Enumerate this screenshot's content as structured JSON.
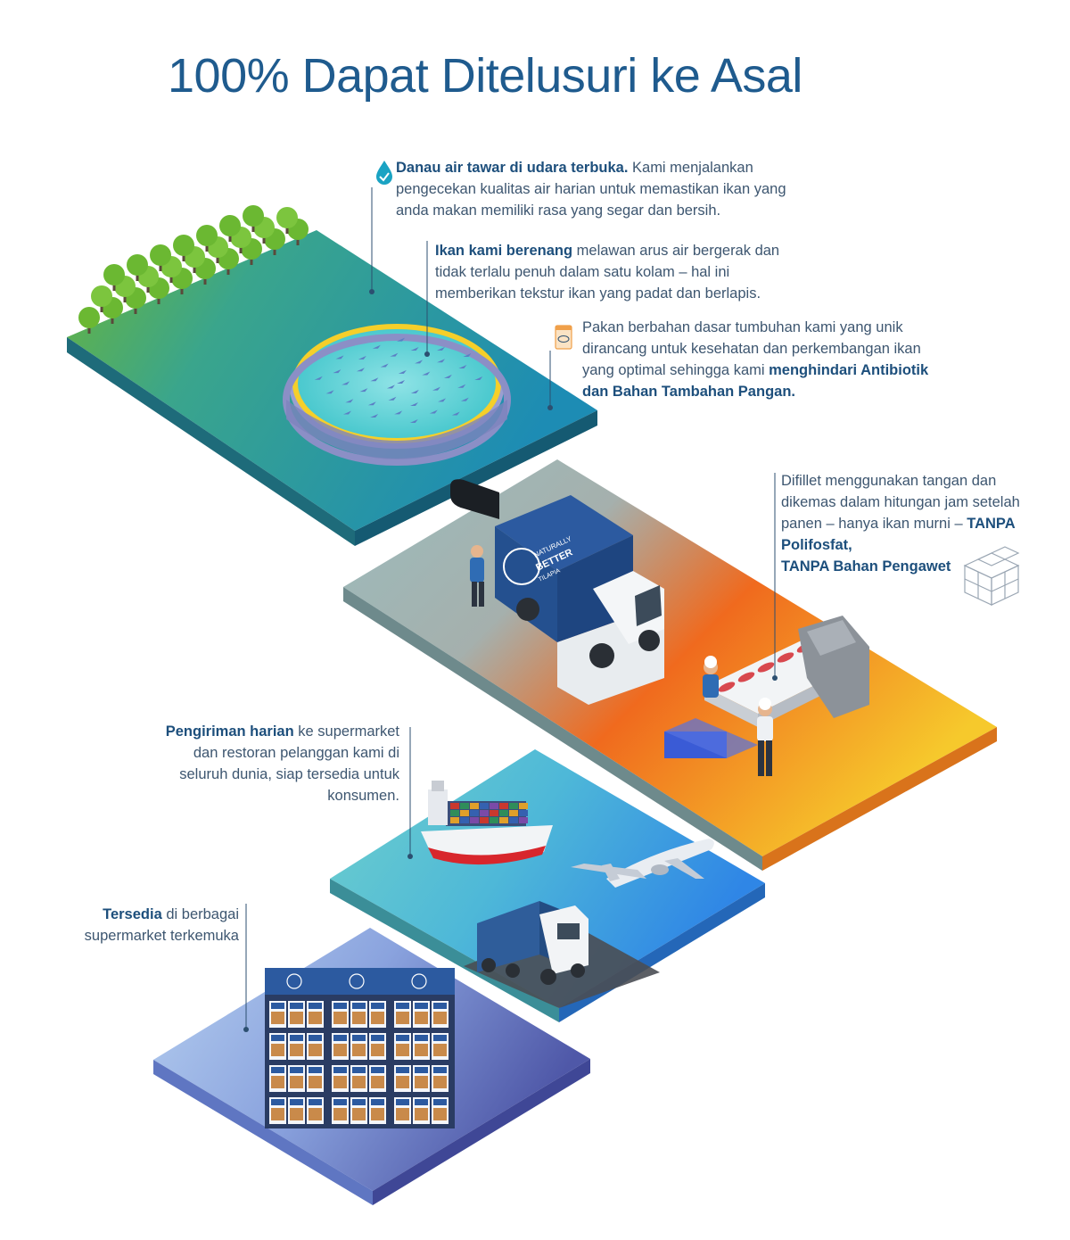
{
  "title": "100% Dapat Ditelusuri ke Asal",
  "notes": {
    "lake": {
      "bold": "Danau air tawar di udara terbuka.",
      "text": " Kami menjalankan pengecekan kualitas air harian untuk memastikan ikan yang anda makan memiliki rasa yang segar dan bersih."
    },
    "swim": {
      "bold": "Ikan kami berenang",
      "text": " melawan arus air bergerak dan tidak terlalu penuh dalam satu kolam – hal ini memberikan tekstur  ikan yang padat dan berlapis."
    },
    "feed": {
      "text": "Pakan berbahan dasar tumbuhan kami yang unik dirancang untuk kesehatan dan perkembangan ikan yang optimal sehingga kami ",
      "bold": "menghindari Antibiotik dan Bahan Tambahan Pangan."
    },
    "fillet": {
      "text": "Difillet menggunakan tangan dan dikemas dalam hitungan jam setelah panen  – hanya ikan murni – ",
      "bold1": "TANPA Polifosfat,",
      "bold2": "TANPA Bahan Pengawet"
    },
    "ship": {
      "bold": "Pengiriman harian",
      "text": " ke supermarket dan restoran pelanggan kami di seluruh dunia, siap tersedia untuk konsumen."
    },
    "store": {
      "bold": "Tersedia",
      "text": " di berbagai supermarket terkemuka"
    }
  },
  "brand": {
    "line1": "NATURALLY",
    "line2": "BETTER",
    "line3": "TILAPIA"
  },
  "colors": {
    "title": "#1f5b8e",
    "lake_green": "#5fb43a",
    "lake_blue": "#1f8fb0",
    "process_teal": "#8fb6b8",
    "process_orange": "#f06a1e",
    "process_yellow": "#f5c52a",
    "ship_teal": "#5ec7c9",
    "ship_blue": "#3b8fe0",
    "store_lightblue": "#a9c4ea",
    "store_purple": "#5a63b0"
  }
}
